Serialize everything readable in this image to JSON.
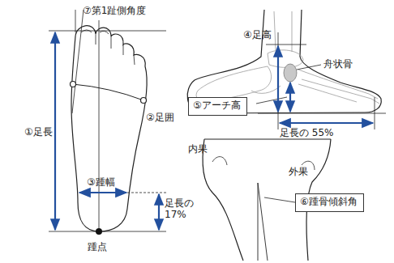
{
  "diagram": {
    "nodes": [
      {
        "text": [
          "⑤アーチ高"
        ]
      },
      {
        "text": [
          "⑥踵骨傾斜角"
        ]
      }
    ],
    "labels": [
      "⑦第1趾側角度",
      "①足長",
      "②足囲",
      "③踵幅",
      "足長の 17%",
      "踵点",
      "④足高",
      "舟状骨",
      "足長の 55%",
      "内果",
      "外果"
    ]
  }
}
